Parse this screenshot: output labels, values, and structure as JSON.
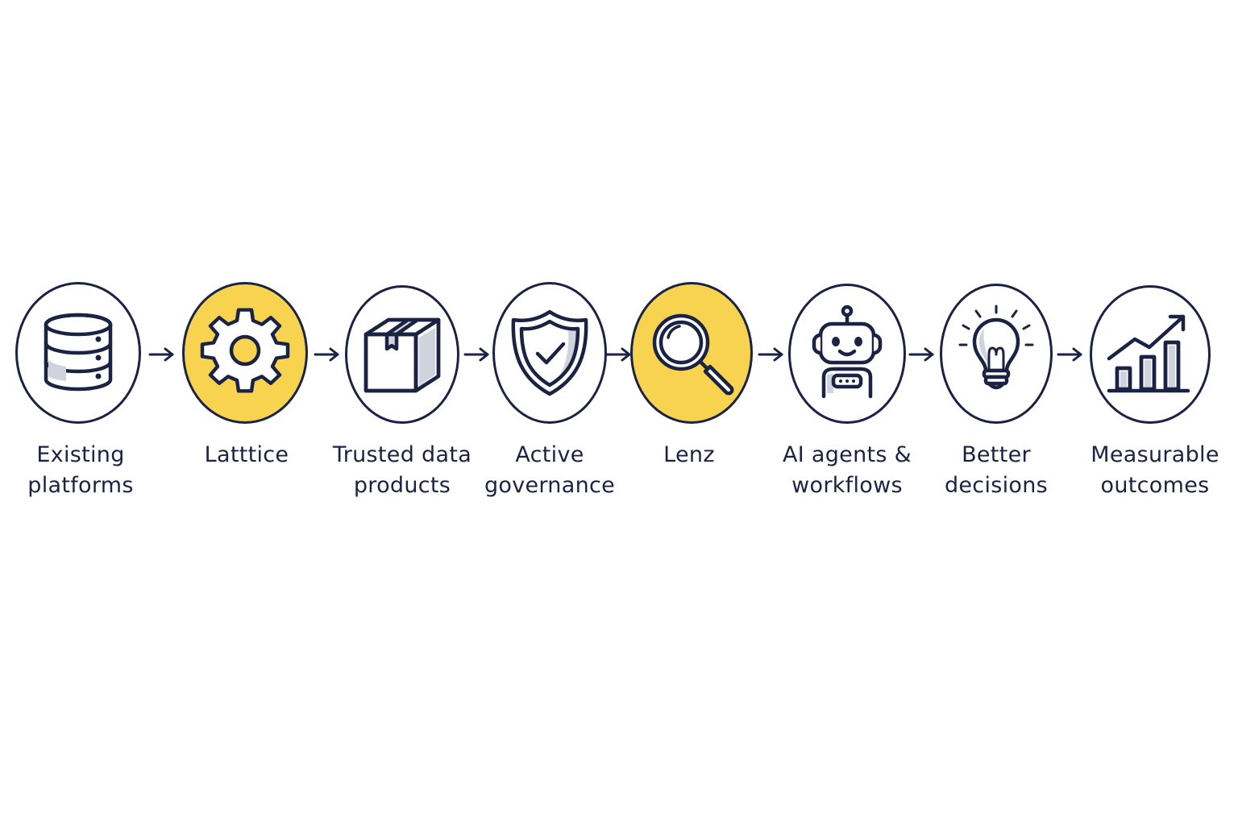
{
  "steps": [
    {
      "label": "Existing\nplatforms",
      "icon": "database-icon",
      "highlight": false
    },
    {
      "label": "Latttice",
      "icon": "gear-icon",
      "highlight": true
    },
    {
      "label": "Trusted data\nproducts",
      "icon": "box-icon",
      "highlight": false
    },
    {
      "label": "Active\ngovernance",
      "icon": "shield-check-icon",
      "highlight": false
    },
    {
      "label": "Lenz",
      "icon": "magnifying-glass-icon",
      "highlight": true
    },
    {
      "label": "AI agents &\nworkflows",
      "icon": "robot-icon",
      "highlight": false
    },
    {
      "label": "Better\ndecisions",
      "icon": "lightbulb-icon",
      "highlight": false
    },
    {
      "label": "Measurable\noutcomes",
      "icon": "growth-chart-icon",
      "highlight": false
    }
  ],
  "colors": {
    "ink": "#1b2344",
    "highlight": "#f7d34f",
    "background": "#ffffff"
  }
}
